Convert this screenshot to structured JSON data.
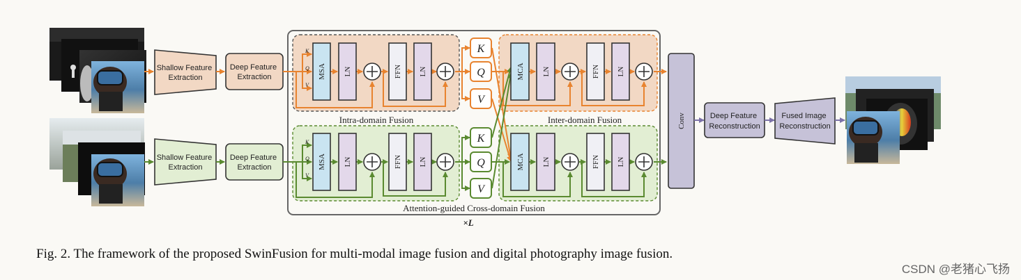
{
  "diagram": {
    "shallow_top": [
      "Shallow Feature",
      "Extraction"
    ],
    "deep_top": [
      "Deep Feature",
      "Extraction"
    ],
    "shallow_bottom": [
      "Shallow Feature",
      "Extraction"
    ],
    "deep_bottom": [
      "Deep Feature",
      "Extraction"
    ],
    "kqv_small": [
      "K",
      "Q",
      "V"
    ],
    "msa": "MSA",
    "ln": "LN",
    "ffn": "FFN",
    "mca": "MCA",
    "kqv": [
      "K",
      "Q",
      "V"
    ],
    "intra_label": "Intra-domain Fusion",
    "inter_label": "Inter-domain Fusion",
    "cross_label": "Attention-guided Cross-domain Fusion",
    "repeat_label": "×L",
    "conv": "Conv",
    "deep_reconstruct": [
      "Deep Feature",
      "Reconstruction"
    ],
    "fused_reconstruct": [
      "Fused Image",
      "Reconstruction"
    ]
  },
  "colors": {
    "orange": "#e8832f",
    "green": "#5a8a30",
    "purple": "#7c72a8",
    "orange_fill": "#f2d8c4",
    "green_fill": "#e2eed3",
    "msa_fill": "#c9e4f1",
    "ln_fill": "#e3d8ea",
    "ffn_fill": "#f0f0f5",
    "conv_fill": "#c6c2d8"
  },
  "caption": "Fig. 2.  The framework of the proposed SwinFusion for multi-modal image fusion and digital photography image fusion.",
  "watermark": "CSDN @老猪心飞扬"
}
